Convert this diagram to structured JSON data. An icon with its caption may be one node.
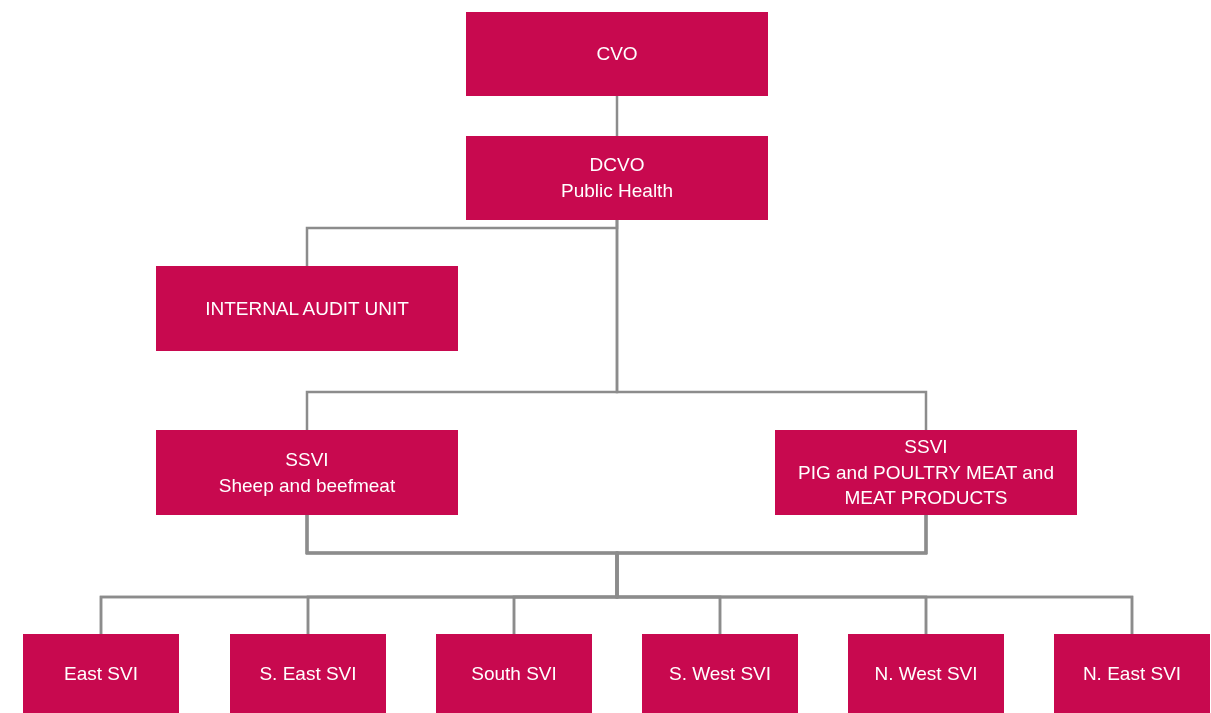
{
  "diagram": {
    "nodes": [
      {
        "text": [
          "CVO"
        ]
      },
      {
        "text": [
          "DCVO",
          "Public Health"
        ]
      },
      {
        "text": [
          "INTERNAL AUDIT UNIT"
        ]
      },
      {
        "text": [
          "SSVI",
          "Sheep and beefmeat"
        ]
      },
      {
        "text": [
          "SSVI",
          "PIG and POULTRY MEAT and MEAT PRODUCTS"
        ]
      },
      {
        "text": [
          "East SVI"
        ]
      },
      {
        "text": [
          "S. East SVI"
        ]
      },
      {
        "text": [
          "South SVI"
        ]
      },
      {
        "text": [
          "S. West SVI"
        ]
      },
      {
        "text": [
          "N. West SVI"
        ]
      },
      {
        "text": [
          "N. East SVI"
        ]
      }
    ],
    "edges": [
      {
        "from": 0,
        "to": 1,
        "arrow": "none"
      },
      {
        "from": 1,
        "to": 2,
        "arrow": "none"
      },
      {
        "from": 1,
        "to": 3,
        "arrow": "none"
      },
      {
        "from": 1,
        "to": 4,
        "arrow": "none"
      },
      {
        "from": 3,
        "to": 5,
        "arrow": "none"
      },
      {
        "from": 3,
        "to": 6,
        "arrow": "none"
      },
      {
        "from": 3,
        "to": 7,
        "arrow": "none"
      },
      {
        "from": 3,
        "to": 8,
        "arrow": "none"
      },
      {
        "from": 3,
        "to": 9,
        "arrow": "none"
      },
      {
        "from": 3,
        "to": 10,
        "arrow": "none"
      },
      {
        "from": 4,
        "to": 5,
        "arrow": "none"
      },
      {
        "from": 4,
        "to": 6,
        "arrow": "none"
      },
      {
        "from": 4,
        "to": 7,
        "arrow": "none"
      },
      {
        "from": 4,
        "to": 8,
        "arrow": "none"
      },
      {
        "from": 4,
        "to": 9,
        "arrow": "none"
      },
      {
        "from": 4,
        "to": 10,
        "arrow": "none"
      }
    ]
  }
}
